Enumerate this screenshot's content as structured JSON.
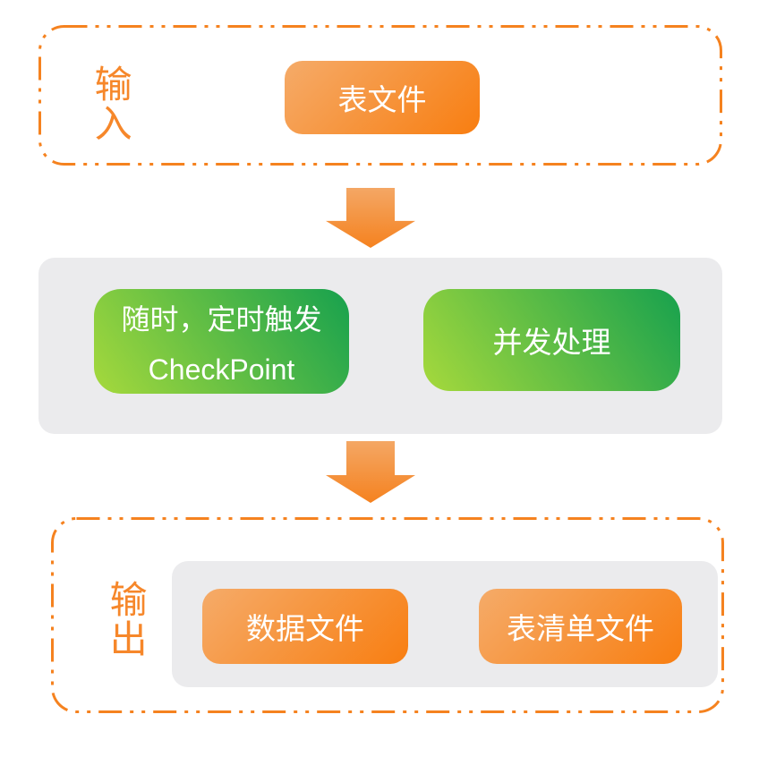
{
  "diagram_title": "table-file processing flow",
  "colors": {
    "dashed_border_orange": "#F5821F",
    "section_label_orange": "#F6872A",
    "orange_node_gradient_start": "#F5AB69",
    "orange_node_gradient_end": "#F87E11",
    "green_node_gradient_start": "#A6D93C",
    "green_node_gradient_end": "#17A14E",
    "arrow_gradient_start": "#F4A765",
    "arrow_gradient_end": "#F5821F",
    "panel_gray": "#EBEBED",
    "node_text_white": "#FFFFFF",
    "page_background": "#FFFFFF"
  },
  "input_section": {
    "label": "输入",
    "nodes": [
      {
        "label": "表文件"
      }
    ]
  },
  "process_section": {
    "nodes": [
      {
        "line1": "随时，定时触发",
        "line2": "CheckPoint"
      },
      {
        "label": "并发处理"
      }
    ]
  },
  "output_section": {
    "label": "输出",
    "nodes": [
      {
        "label": "数据文件"
      },
      {
        "label": "表清单文件"
      }
    ]
  },
  "arrows": [
    {
      "name": "down-arrow"
    },
    {
      "name": "down-arrow"
    }
  ]
}
